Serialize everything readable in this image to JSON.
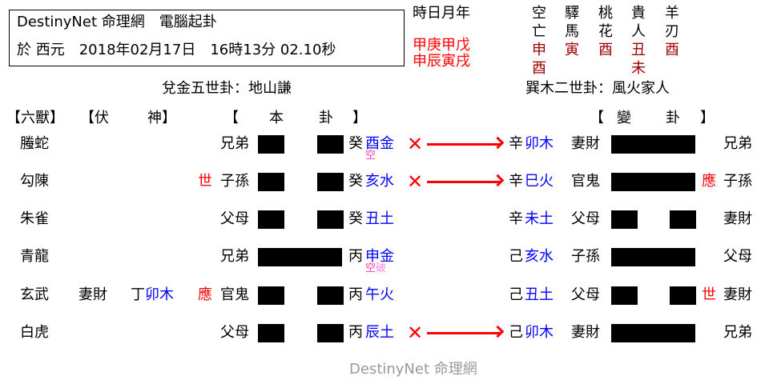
{
  "header": {
    "title_line": "DestinyNet 命理網　電腦起卦",
    "date_line": "於 西元　2018年02月17日　16時13分 02.10秒"
  },
  "ganzhi": {
    "label": "時日月年",
    "stems": "甲庚甲戊",
    "branches": "申辰寅戌"
  },
  "shensha": [
    {
      "name1": "空",
      "name2": "亡",
      "values": [
        "申",
        "酉"
      ]
    },
    {
      "name1": "驛",
      "name2": "馬",
      "values": [
        "寅"
      ]
    },
    {
      "name1": "桃",
      "name2": "花",
      "values": [
        "酉"
      ]
    },
    {
      "name1": "貴",
      "name2": "人",
      "values": [
        "丑",
        "未"
      ]
    },
    {
      "name1": "羊",
      "name2": "刃",
      "values": [
        "酉"
      ]
    }
  ],
  "titles": {
    "main_gua": "兌金五世卦：地山謙",
    "changed_gua": "巽木二世卦：風火家人"
  },
  "columns": {
    "liushou": "【六獸】",
    "fushen_open": "【伏",
    "fushen_close": "神】",
    "bengua_open": "【",
    "bengua_1": "本",
    "bengua_2": "卦",
    "bengua_close": "】",
    "biangua_open": "【",
    "biangua_1": "變",
    "biangua_2": "卦",
    "biangua_close": "】"
  },
  "rows": [
    {
      "beast": "螣蛇",
      "fushen_rel": "",
      "fushen_stem": "",
      "fushen_branch": "",
      "mark": "",
      "rel": "兄弟",
      "line": "yin",
      "stem": "癸",
      "branch": "酉金",
      "note1": "空",
      "note2": "",
      "moving": true,
      "c_stem": "辛",
      "c_branch": "卯木",
      "c_rel": "妻財",
      "c_line": "yang",
      "c_mark": "",
      "c_rel2": "兄弟"
    },
    {
      "beast": "勾陳",
      "fushen_rel": "",
      "fushen_stem": "",
      "fushen_branch": "",
      "mark": "世",
      "rel": "子孫",
      "line": "yin",
      "stem": "癸",
      "branch": "亥水",
      "note1": "",
      "note2": "",
      "moving": true,
      "c_stem": "辛",
      "c_branch": "巳火",
      "c_rel": "官鬼",
      "c_line": "yang",
      "c_mark": "應",
      "c_rel2": "子孫"
    },
    {
      "beast": "朱雀",
      "fushen_rel": "",
      "fushen_stem": "",
      "fushen_branch": "",
      "mark": "",
      "rel": "父母",
      "line": "yin",
      "stem": "癸",
      "branch": "丑土",
      "note1": "",
      "note2": "",
      "moving": false,
      "c_stem": "辛",
      "c_branch": "未土",
      "c_rel": "父母",
      "c_line": "yin",
      "c_mark": "",
      "c_rel2": "妻財"
    },
    {
      "beast": "青龍",
      "fushen_rel": "",
      "fushen_stem": "",
      "fushen_branch": "",
      "mark": "",
      "rel": "兄弟",
      "line": "yang",
      "stem": "丙",
      "branch": "申金",
      "note1": "空",
      "note2": "破",
      "moving": false,
      "c_stem": "己",
      "c_branch": "亥水",
      "c_rel": "子孫",
      "c_line": "yang",
      "c_mark": "",
      "c_rel2": "父母"
    },
    {
      "beast": "玄武",
      "fushen_rel": "妻財",
      "fushen_stem": "丁",
      "fushen_branch": "卯木",
      "mark": "應",
      "rel": "官鬼",
      "line": "yin",
      "stem": "丙",
      "branch": "午火",
      "note1": "",
      "note2": "",
      "moving": false,
      "c_stem": "己",
      "c_branch": "丑土",
      "c_rel": "父母",
      "c_line": "yin",
      "c_mark": "世",
      "c_rel2": "妻財"
    },
    {
      "beast": "白虎",
      "fushen_rel": "",
      "fushen_stem": "",
      "fushen_branch": "",
      "mark": "",
      "rel": "父母",
      "line": "yin",
      "stem": "丙",
      "branch": "辰土",
      "note1": "",
      "note2": "",
      "moving": true,
      "c_stem": "己",
      "c_branch": "卯木",
      "c_rel": "妻財",
      "c_line": "yang",
      "c_mark": "",
      "c_rel2": "兄弟"
    }
  ],
  "symbols": {
    "moving_mark": "✕"
  },
  "footer": "DestinyNet 命理網",
  "colors": {
    "red": "#ff0000",
    "dark_red": "#a00000",
    "blue": "#0000ff",
    "pink": "#ff3aa8",
    "light_pink": "#ff88dd",
    "gray": "#9a9a9a"
  }
}
